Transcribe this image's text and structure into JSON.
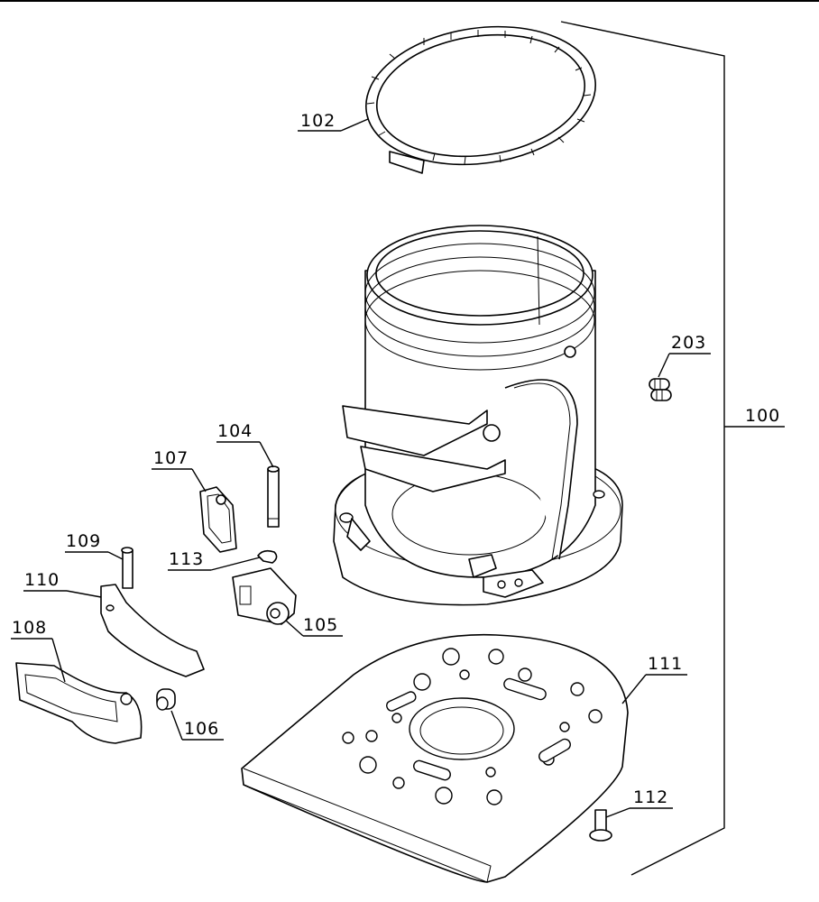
{
  "diagram": {
    "labels": {
      "p100": "100",
      "p102": "102",
      "p104": "104",
      "p105": "105",
      "p106": "106",
      "p107": "107",
      "p108": "108",
      "p109": "109",
      "p110": "110",
      "p111": "111",
      "p112": "112",
      "p113": "113",
      "p203": "203"
    }
  }
}
